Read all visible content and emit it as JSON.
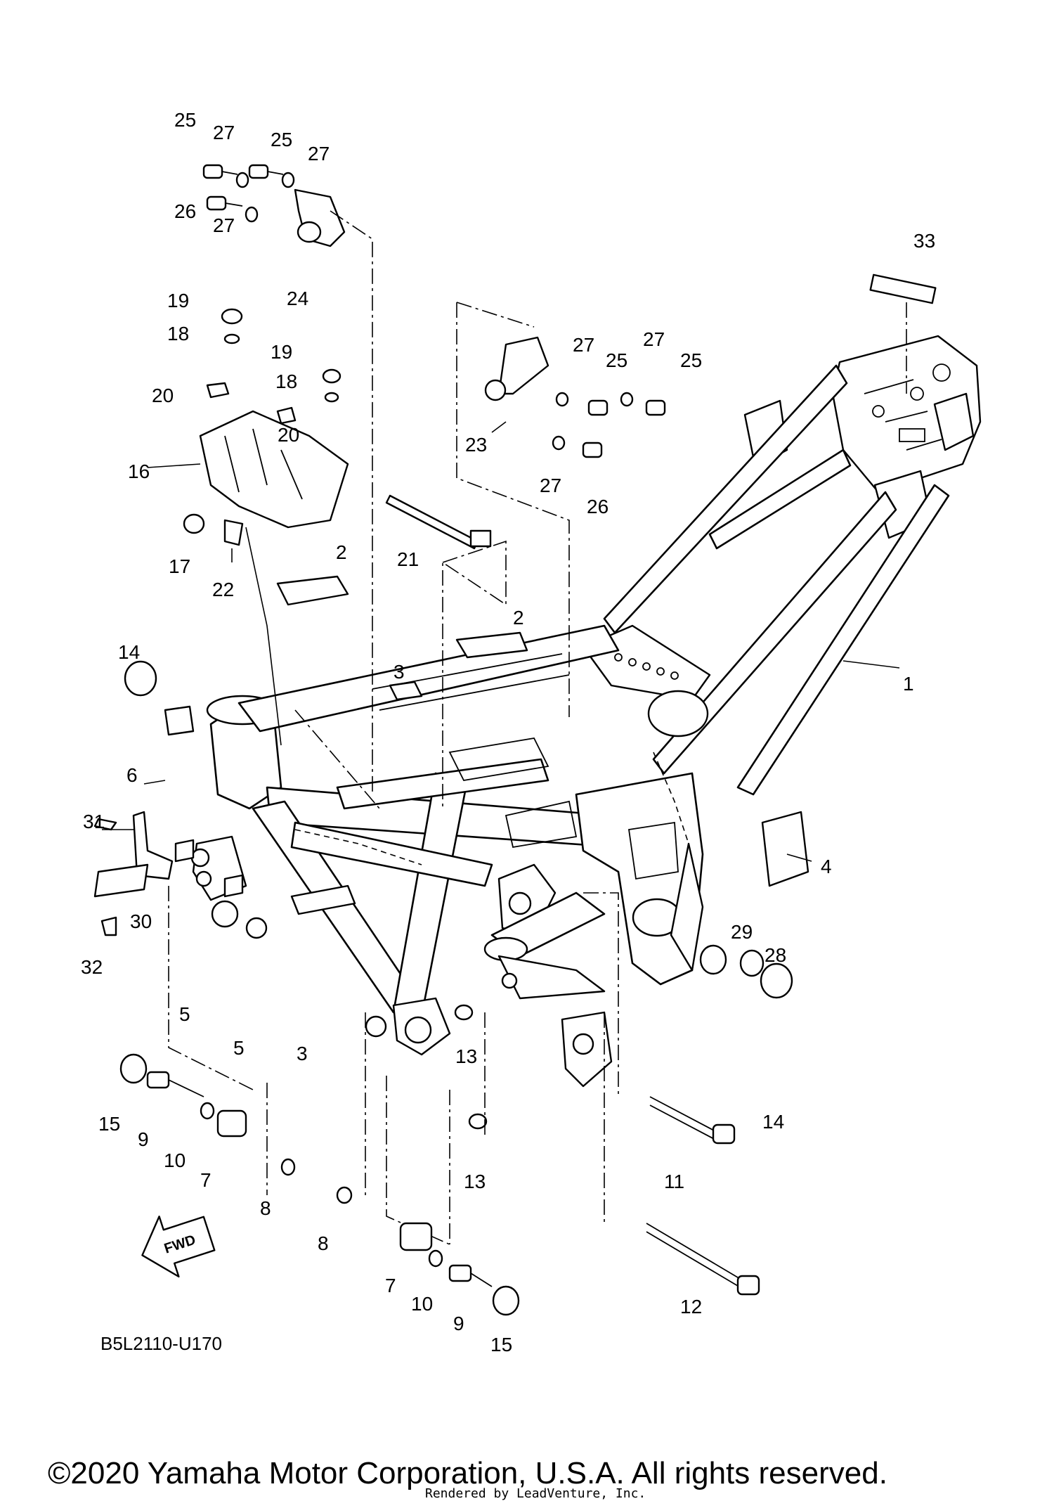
{
  "diagram": {
    "part_code": "B5L2110-U170",
    "fwd_label": "FWD",
    "copyright": "©2020 Yamaha Motor Corporation, U.S.A. All rights reserved.",
    "rendered_by": "Rendered by LeadVenture, Inc.",
    "callouts": [
      {
        "id": "c25a",
        "text": "25"
      },
      {
        "id": "c27a",
        "text": "27"
      },
      {
        "id": "c25b",
        "text": "25"
      },
      {
        "id": "c27b",
        "text": "27"
      },
      {
        "id": "c26a",
        "text": "26"
      },
      {
        "id": "c27c",
        "text": "27"
      },
      {
        "id": "c24",
        "text": "24"
      },
      {
        "id": "c19a",
        "text": "19"
      },
      {
        "id": "c18a",
        "text": "18"
      },
      {
        "id": "c19b",
        "text": "19"
      },
      {
        "id": "c18b",
        "text": "18"
      },
      {
        "id": "c20a",
        "text": "20"
      },
      {
        "id": "c20b",
        "text": "20"
      },
      {
        "id": "c16",
        "text": "16"
      },
      {
        "id": "c17",
        "text": "17"
      },
      {
        "id": "c22",
        "text": "22"
      },
      {
        "id": "c33",
        "text": "33"
      },
      {
        "id": "c27d",
        "text": "27"
      },
      {
        "id": "c27e",
        "text": "27"
      },
      {
        "id": "c25c",
        "text": "25"
      },
      {
        "id": "c25d",
        "text": "25"
      },
      {
        "id": "c23",
        "text": "23"
      },
      {
        "id": "c27f",
        "text": "27"
      },
      {
        "id": "c26b",
        "text": "26"
      },
      {
        "id": "c21",
        "text": "21"
      },
      {
        "id": "c2a",
        "text": "2"
      },
      {
        "id": "c2b",
        "text": "2"
      },
      {
        "id": "c14a",
        "text": "14"
      },
      {
        "id": "c3a",
        "text": "3"
      },
      {
        "id": "c1",
        "text": "1"
      },
      {
        "id": "c6",
        "text": "6"
      },
      {
        "id": "c31",
        "text": "31"
      },
      {
        "id": "c4",
        "text": "4"
      },
      {
        "id": "c30",
        "text": "30"
      },
      {
        "id": "c32",
        "text": "32"
      },
      {
        "id": "c29",
        "text": "29"
      },
      {
        "id": "c28",
        "text": "28"
      },
      {
        "id": "c5a",
        "text": "5"
      },
      {
        "id": "c5b",
        "text": "5"
      },
      {
        "id": "c3b",
        "text": "3"
      },
      {
        "id": "c13a",
        "text": "13"
      },
      {
        "id": "c14b",
        "text": "14"
      },
      {
        "id": "c15a",
        "text": "15"
      },
      {
        "id": "c9a",
        "text": "9"
      },
      {
        "id": "c10a",
        "text": "10"
      },
      {
        "id": "c7a",
        "text": "7"
      },
      {
        "id": "c8a",
        "text": "8"
      },
      {
        "id": "c13b",
        "text": "13"
      },
      {
        "id": "c11",
        "text": "11"
      },
      {
        "id": "c8b",
        "text": "8"
      },
      {
        "id": "c7b",
        "text": "7"
      },
      {
        "id": "c10b",
        "text": "10"
      },
      {
        "id": "c9b",
        "text": "9"
      },
      {
        "id": "c15b",
        "text": "15"
      },
      {
        "id": "c12",
        "text": "12"
      }
    ]
  }
}
